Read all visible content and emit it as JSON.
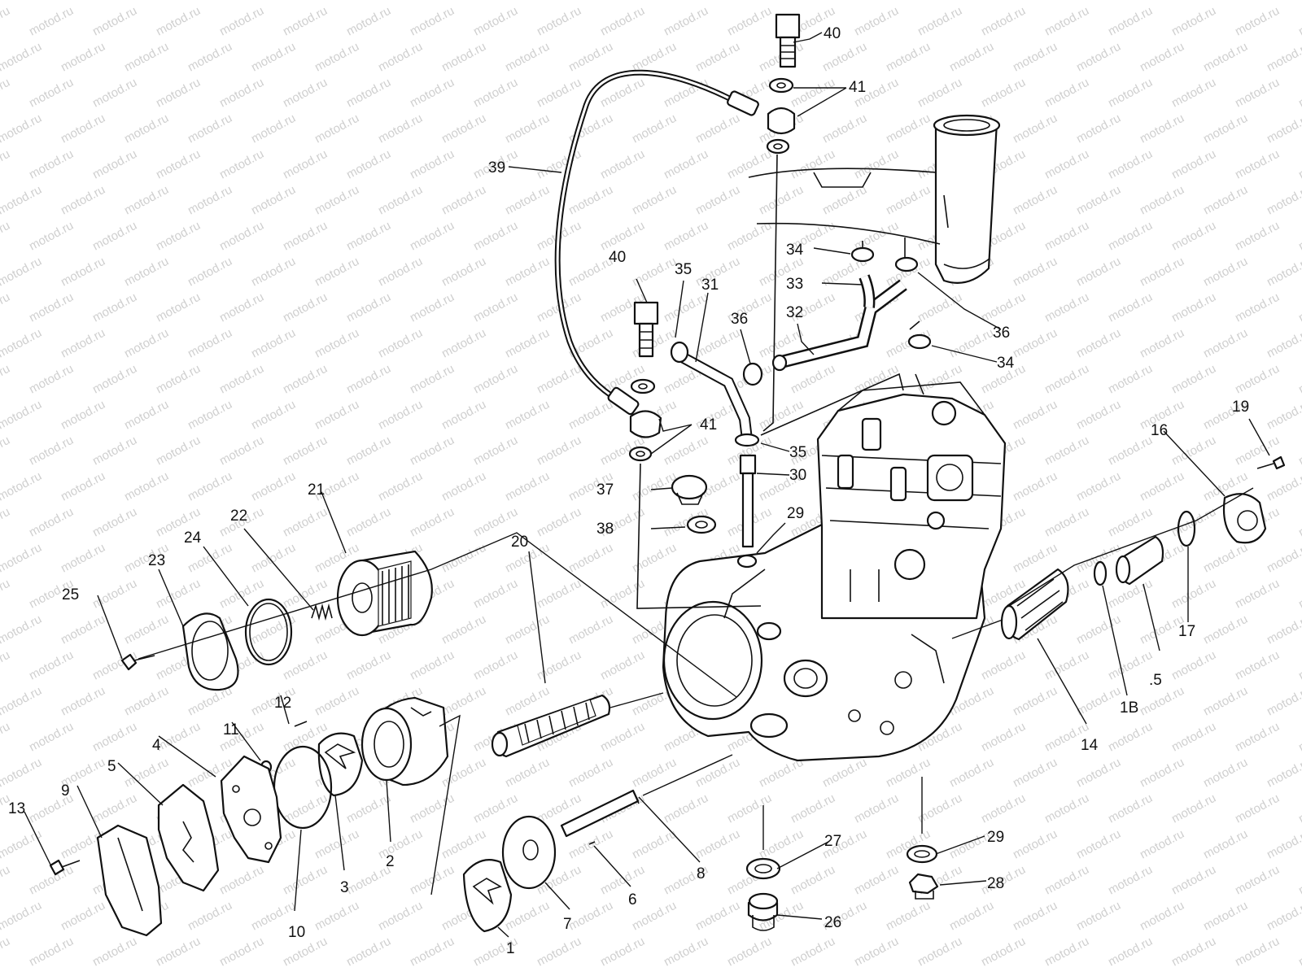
{
  "watermark": "motod.ru",
  "callouts": [
    {
      "id": "40a",
      "text": "40"
    },
    {
      "id": "41a",
      "text": "41"
    },
    {
      "id": "39",
      "text": "39"
    },
    {
      "id": "40b",
      "text": "40"
    },
    {
      "id": "35a",
      "text": "35"
    },
    {
      "id": "31",
      "text": "31"
    },
    {
      "id": "36a",
      "text": "36"
    },
    {
      "id": "32",
      "text": "32"
    },
    {
      "id": "33",
      "text": "33"
    },
    {
      "id": "34a",
      "text": "34"
    },
    {
      "id": "36b",
      "text": "36"
    },
    {
      "id": "34b",
      "text": "34"
    },
    {
      "id": "41b",
      "text": "41"
    },
    {
      "id": "35b",
      "text": "35"
    },
    {
      "id": "30",
      "text": "30"
    },
    {
      "id": "37",
      "text": "37"
    },
    {
      "id": "38",
      "text": "38"
    },
    {
      "id": "29a",
      "text": "29"
    },
    {
      "id": "21",
      "text": "21"
    },
    {
      "id": "22",
      "text": "22"
    },
    {
      "id": "24",
      "text": "24"
    },
    {
      "id": "23",
      "text": "23"
    },
    {
      "id": "25",
      "text": "25"
    },
    {
      "id": "20",
      "text": "20"
    },
    {
      "id": "19",
      "text": "19"
    },
    {
      "id": "16",
      "text": "16"
    },
    {
      "id": "17",
      "text": "17"
    },
    {
      "id": "15",
      "text": ".5"
    },
    {
      "id": "18",
      "text": "1B"
    },
    {
      "id": "14",
      "text": "14"
    },
    {
      "id": "12",
      "text": "12"
    },
    {
      "id": "11",
      "text": "11"
    },
    {
      "id": "4",
      "text": "4"
    },
    {
      "id": "5",
      "text": "5"
    },
    {
      "id": "9",
      "text": "9"
    },
    {
      "id": "13",
      "text": "13"
    },
    {
      "id": "2",
      "text": "2"
    },
    {
      "id": "3",
      "text": "3"
    },
    {
      "id": "10",
      "text": "10"
    },
    {
      "id": "1",
      "text": "1"
    },
    {
      "id": "7",
      "text": "7"
    },
    {
      "id": "6",
      "text": "6"
    },
    {
      "id": "8",
      "text": "8"
    },
    {
      "id": "27",
      "text": "27"
    },
    {
      "id": "26",
      "text": "26"
    },
    {
      "id": "29b",
      "text": "29"
    },
    {
      "id": "28",
      "text": "28"
    }
  ]
}
